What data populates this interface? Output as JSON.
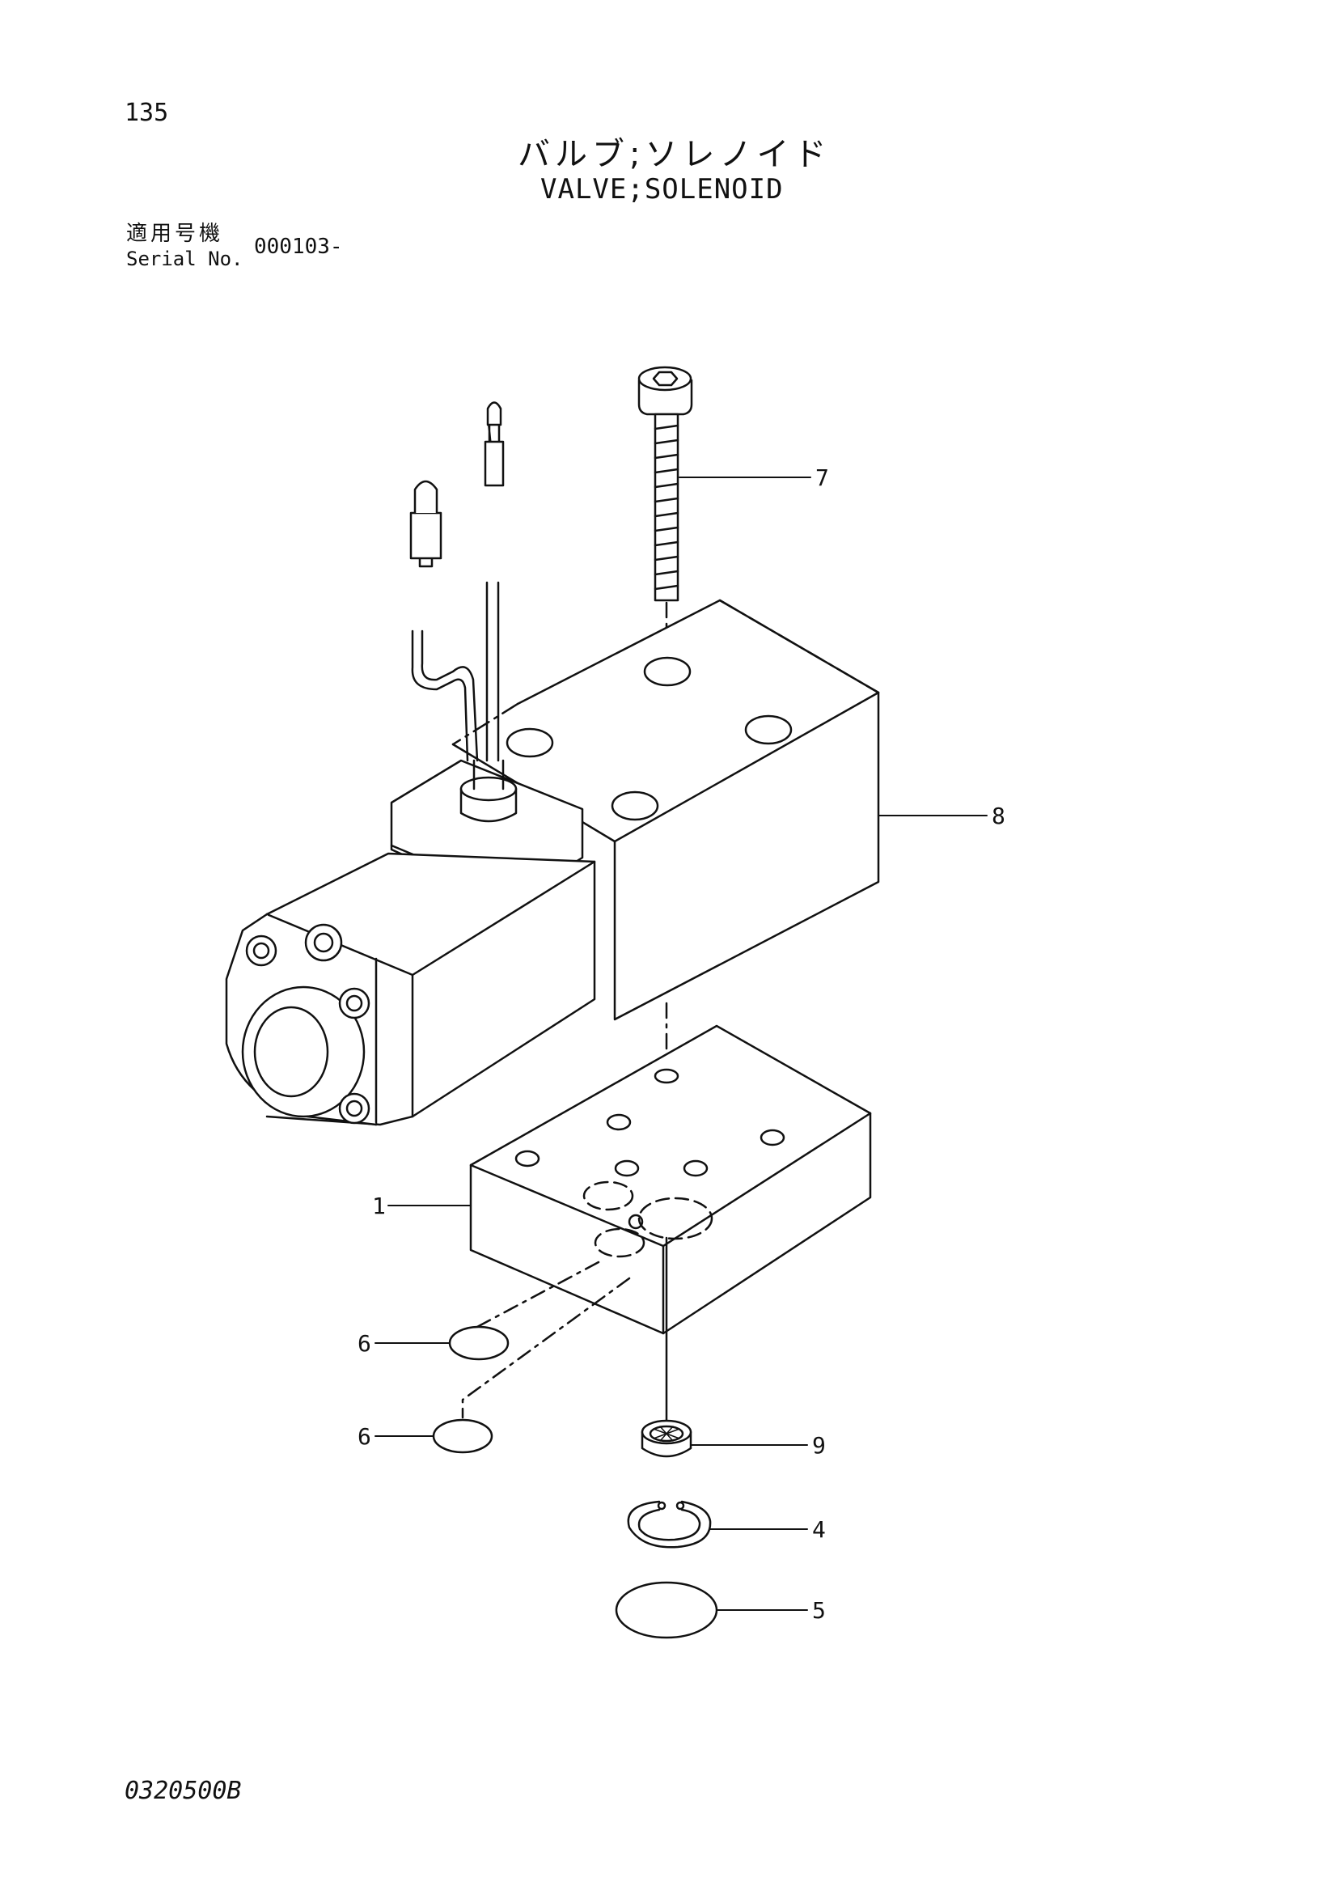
{
  "header": {
    "page_number": "135",
    "title_jp": "バルブ;ソレノイド",
    "title_en": "VALVE;SOLENOID",
    "serial_label_jp": "適用号機",
    "serial_label_en": "Serial No.",
    "serial_value": "000103-"
  },
  "callouts": [
    "7",
    "8",
    "1",
    "6",
    "6",
    "9",
    "4",
    "5"
  ],
  "footer": {
    "document_code": "0320500B"
  }
}
